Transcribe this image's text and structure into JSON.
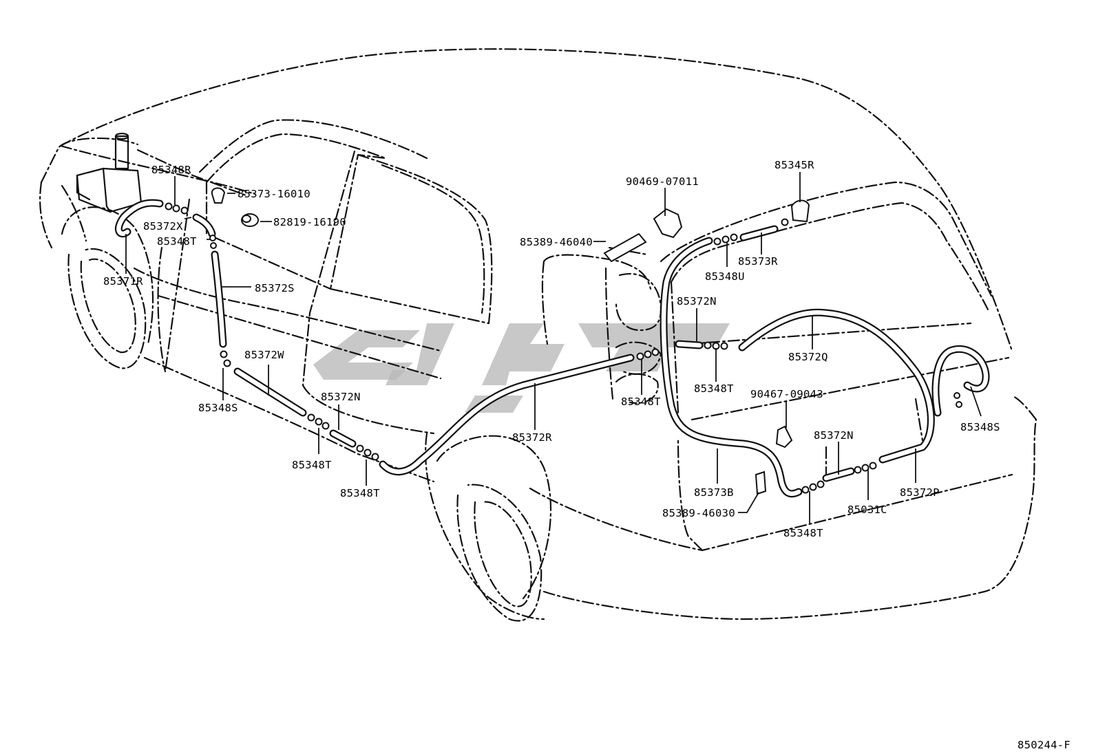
{
  "diagram": {
    "code": "850244-F",
    "labels": {
      "p85348R": "85348R",
      "p85373_16010": "85373-16010",
      "p82819_16190": "82819-16190",
      "p85372X": "85372X",
      "p85348T_a": "85348T",
      "p85371R": "85371R",
      "p85372S": "85372S",
      "p85372W": "85372W",
      "p85348S_a": "85348S",
      "p85372N_a": "85372N",
      "p85348T_b": "85348T",
      "p85348T_c": "85348T",
      "p85372R": "85372R",
      "p85348T_d": "85348T",
      "p85389_46040": "85389-46040",
      "p90469_07011": "90469-07011",
      "p85345R": "85345R",
      "p85373R": "85373R",
      "p85348U": "85348U",
      "p85372N_b": "85372N",
      "p85348T_e": "85348T",
      "p85372Q": "85372Q",
      "p90467_09043": "90467-09043",
      "p85372N_c": "85372N",
      "p85348S_b": "85348S",
      "p85372P": "85372P",
      "p85373B": "85373B",
      "p85031C": "85031C",
      "p85389_46030": "85389-46030",
      "p85348T_f": "85348T"
    }
  }
}
